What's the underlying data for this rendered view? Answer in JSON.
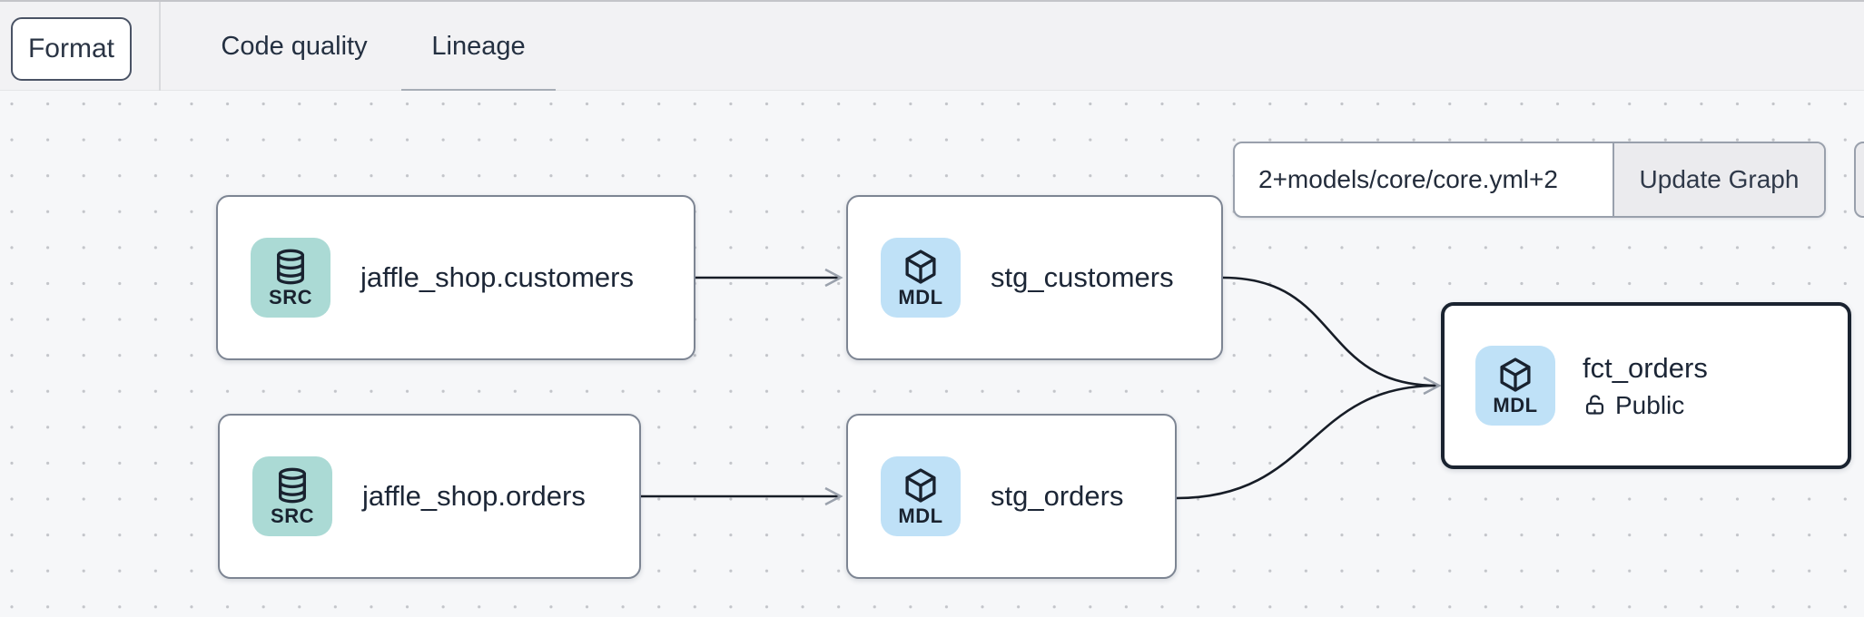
{
  "editor_toolbar": {
    "format_button": "Format",
    "tabs": [
      {
        "label": "Code quality",
        "active": false
      },
      {
        "label": "Lineage",
        "active": true
      }
    ]
  },
  "lineage_controls": {
    "selector_input_value": "2+models/core/core.yml+2",
    "update_graph_button": "Update Graph"
  },
  "graph": {
    "nodes": [
      {
        "title": "jaffle_shop.customers",
        "badge": "SRC",
        "type": "source"
      },
      {
        "title": "stg_customers",
        "badge": "MDL",
        "type": "model"
      },
      {
        "title": "jaffle_shop.orders",
        "badge": "SRC",
        "type": "source"
      },
      {
        "title": "stg_orders",
        "badge": "MDL",
        "type": "model"
      },
      {
        "title": "fct_orders",
        "badge": "MDL",
        "type": "model",
        "access": "Public",
        "selected": true
      }
    ],
    "edges": [
      {
        "from": "jaffle_shop.customers",
        "to": "stg_customers"
      },
      {
        "from": "jaffle_shop.orders",
        "to": "stg_orders"
      },
      {
        "from": "stg_customers",
        "to": "fct_orders"
      },
      {
        "from": "stg_orders",
        "to": "fct_orders"
      }
    ]
  },
  "colors": {
    "topbar_bg": "#f2f2f4",
    "canvas_bg": "#f6f7f9",
    "grid_dot": "#c3c5ca",
    "source_badge_bg": "#abdad5",
    "model_badge_bg": "#bfe1f7",
    "node_border": "#7d8593",
    "selected_node_border": "#1a2330",
    "edge": "#171d27",
    "arrowhead": "#9aa1ac",
    "tab_underline": "#a7adb6",
    "text": "#1c2636"
  }
}
